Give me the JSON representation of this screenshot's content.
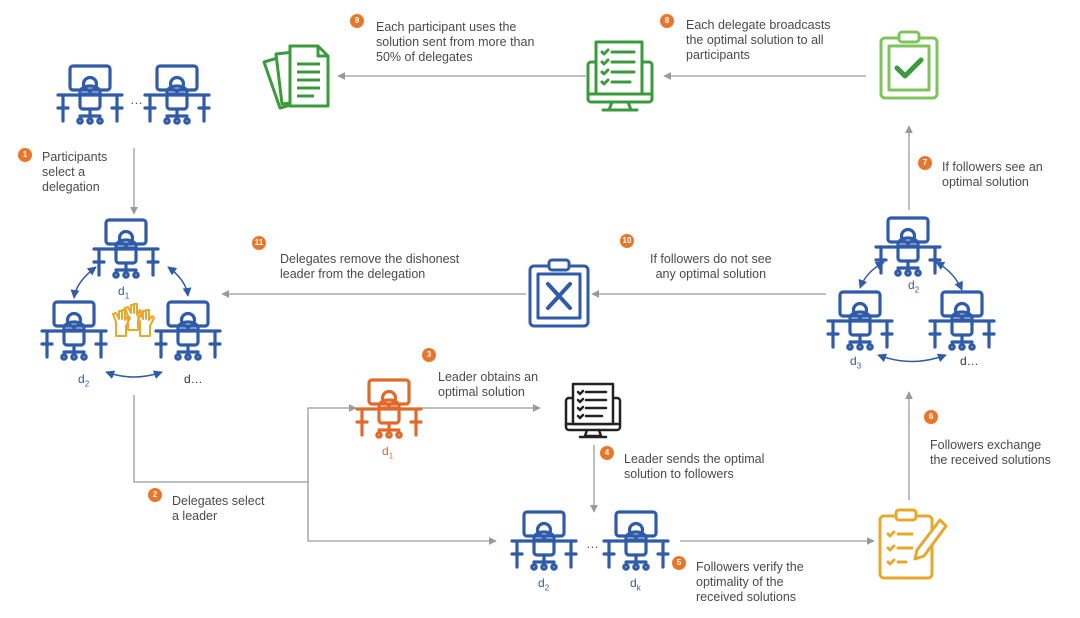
{
  "colors": {
    "arrow": "#9a9a9a",
    "blue": "#2f5ba8",
    "orange": "#e06a2a",
    "gold": "#e8a82e",
    "green": "#3b9a3c",
    "lightgreen": "#7fc45a",
    "badge": "#e8762b",
    "text": "#4a4a4a"
  },
  "steps": [
    {
      "num": "1",
      "text": "Participants\nselect a\ndelegation"
    },
    {
      "num": "2",
      "text": "Delegates select\na leader"
    },
    {
      "num": "3",
      "text": "Leader obtains an\noptimal solution"
    },
    {
      "num": "4",
      "text": "Leader sends the optimal\nsolution to followers"
    },
    {
      "num": "5",
      "text": "Followers verify the\noptimality of the\nreceived solutions"
    },
    {
      "num": "6",
      "text": "Followers exchange\nthe received solutions"
    },
    {
      "num": "7",
      "text": "If followers see an\noptimal solution"
    },
    {
      "num": "8",
      "text": "Each delegate broadcasts\nthe optimal solution to all\nparticipants"
    },
    {
      "num": "9",
      "text": "Each participant uses the\nsolution sent from more than\n50% of delegates"
    },
    {
      "num": "10",
      "text": "If followers do not see\nany optimal solution"
    },
    {
      "num": "11",
      "text": "Delegates remove the dishonest\nleader from the delegation"
    }
  ],
  "nodes": {
    "delegation_left": {
      "top": "d",
      "top_sub": "1",
      "left": "d",
      "left_sub": "2",
      "right": "d…"
    },
    "leader": {
      "label": "d",
      "sub": "1"
    },
    "followers": {
      "left": "d",
      "left_sub": "2",
      "right": "d",
      "right_sub": "k",
      "dots": "…"
    },
    "delegation_right": {
      "top": "d",
      "top_sub": "2",
      "left": "d",
      "left_sub": "3",
      "right": "d…"
    },
    "participants_dots": "…"
  },
  "icons": [
    "workstation-icon",
    "documents-icon",
    "monitor-checklist-icon",
    "clipboard-check-icon",
    "clipboard-x-icon",
    "clipboard-pencil-icon",
    "raised-hands-icon"
  ]
}
